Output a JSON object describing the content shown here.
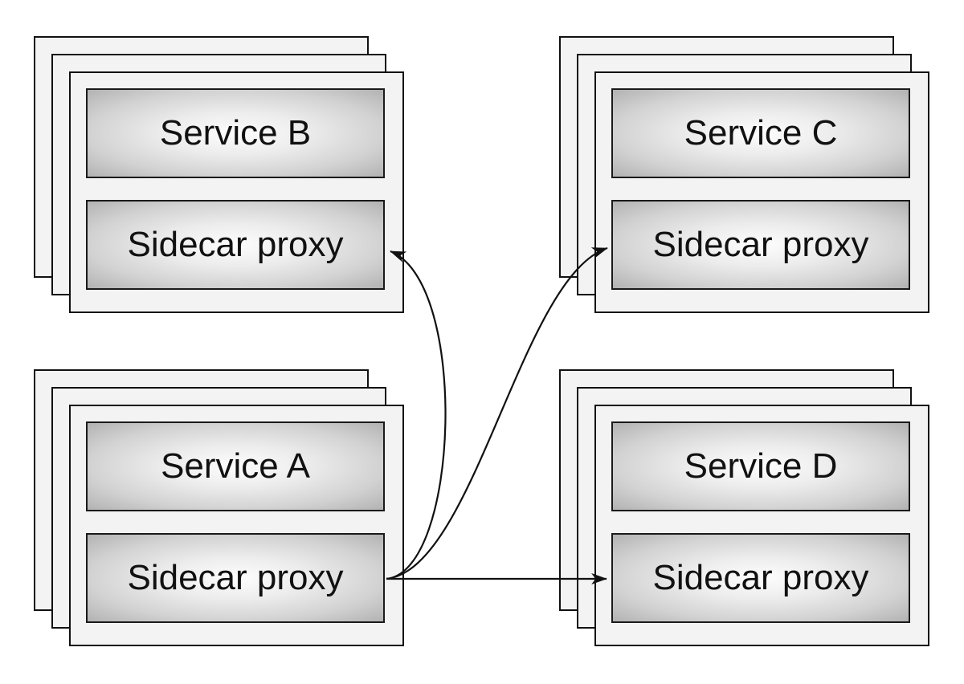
{
  "diagram": {
    "background_color": "#ffffff",
    "stroke_color": "#111111",
    "card_fill": "#f3f3f3",
    "box_gradient_center": "#fdfdfd",
    "box_gradient_edge": "#b2b2b2",
    "groups": [
      {
        "id": "service-b",
        "position": "top-left",
        "stacked_instances": 3,
        "service_label": "Service B",
        "proxy_label": "Sidecar proxy"
      },
      {
        "id": "service-c",
        "position": "top-right",
        "stacked_instances": 3,
        "service_label": "Service C",
        "proxy_label": "Sidecar proxy"
      },
      {
        "id": "service-a",
        "position": "bottom-left",
        "stacked_instances": 3,
        "service_label": "Service A",
        "proxy_label": "Sidecar proxy"
      },
      {
        "id": "service-d",
        "position": "bottom-right",
        "stacked_instances": 3,
        "service_label": "Service D",
        "proxy_label": "Sidecar proxy"
      }
    ],
    "arrows": [
      {
        "from": "service-a-sidecar-proxy",
        "to": "service-b-sidecar-proxy",
        "style": "curved"
      },
      {
        "from": "service-a-sidecar-proxy",
        "to": "service-c-sidecar-proxy",
        "style": "curved"
      },
      {
        "from": "service-a-sidecar-proxy",
        "to": "service-d-sidecar-proxy",
        "style": "straight"
      }
    ]
  }
}
